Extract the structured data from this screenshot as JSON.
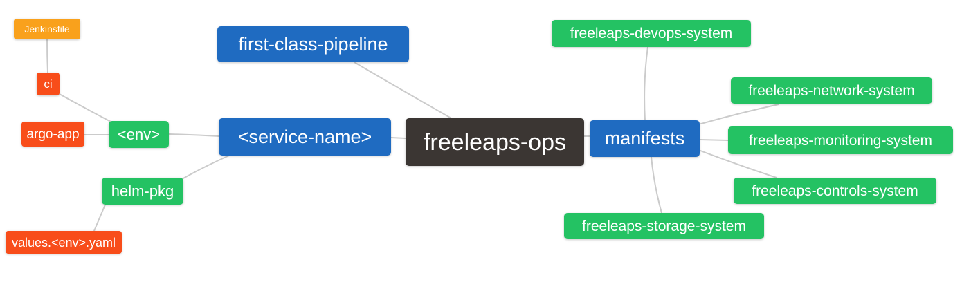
{
  "diagram": {
    "type": "mindmap",
    "root_label": "freeleaps-ops",
    "nodes": [
      {
        "id": "jenkinsfile",
        "label": "Jenkinsfile",
        "color": "orange"
      },
      {
        "id": "ci",
        "label": "ci",
        "color": "red"
      },
      {
        "id": "argo-app",
        "label": "argo-app",
        "color": "red"
      },
      {
        "id": "env",
        "label": "<env>",
        "color": "green"
      },
      {
        "id": "helm-pkg",
        "label": "helm-pkg",
        "color": "green"
      },
      {
        "id": "values-env-yaml",
        "label": "values.<env>.yaml",
        "color": "red"
      },
      {
        "id": "first-class-pipeline",
        "label": "first-class-pipeline",
        "color": "blue"
      },
      {
        "id": "service-name",
        "label": "<service-name>",
        "color": "blue"
      },
      {
        "id": "freeleaps-ops",
        "label": "freeleaps-ops",
        "color": "dark"
      },
      {
        "id": "manifests",
        "label": "manifests",
        "color": "blue"
      },
      {
        "id": "freeleaps-devops-system",
        "label": "freeleaps-devops-system",
        "color": "green"
      },
      {
        "id": "freeleaps-network-system",
        "label": "freeleaps-network-system",
        "color": "green"
      },
      {
        "id": "freeleaps-monitoring-system",
        "label": "freeleaps-monitoring-system",
        "color": "green"
      },
      {
        "id": "freeleaps-controls-system",
        "label": "freeleaps-controls-system",
        "color": "green"
      },
      {
        "id": "freeleaps-storage-system",
        "label": "freeleaps-storage-system",
        "color": "green"
      }
    ],
    "edges": [
      [
        "jenkinsfile",
        "ci"
      ],
      [
        "ci",
        "env"
      ],
      [
        "argo-app",
        "env"
      ],
      [
        "env",
        "service-name"
      ],
      [
        "service-name",
        "helm-pkg"
      ],
      [
        "helm-pkg",
        "values-env-yaml"
      ],
      [
        "first-class-pipeline",
        "freeleaps-ops"
      ],
      [
        "service-name",
        "freeleaps-ops"
      ],
      [
        "freeleaps-ops",
        "manifests"
      ],
      [
        "manifests",
        "freeleaps-devops-system"
      ],
      [
        "manifests",
        "freeleaps-network-system"
      ],
      [
        "manifests",
        "freeleaps-monitoring-system"
      ],
      [
        "manifests",
        "freeleaps-controls-system"
      ],
      [
        "manifests",
        "freeleaps-storage-system"
      ]
    ],
    "colors": {
      "blue": "#1f6bc1",
      "green": "#24c263",
      "orange": "#f9a11c",
      "red": "#f84d1a",
      "dark": "#3b3633",
      "edge": "#cbcbcb",
      "text": "#ffffff",
      "background": "#ffffff"
    }
  }
}
